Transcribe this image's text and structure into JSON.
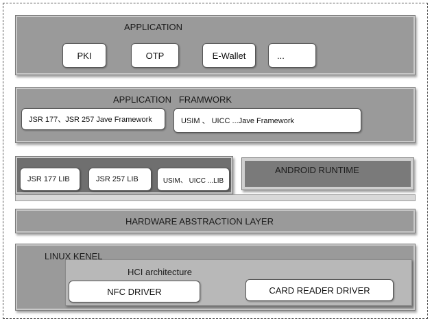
{
  "application": {
    "title": "APPLICATION",
    "items": [
      "PKI",
      "OTP",
      "E-Wallet",
      "..."
    ]
  },
  "framework": {
    "title": "APPLICATION   FRAMWORK",
    "items": [
      "JSR 177、JSR 257 Jave Framework",
      "USIM 、 UICC ...Jave Framework"
    ]
  },
  "libraries": {
    "items": [
      "JSR 177 LIB",
      "JSR 257 LIB",
      "USIM、 UICC ...LIB"
    ]
  },
  "runtime": {
    "title": "ANDROID RUNTIME"
  },
  "hal": {
    "title": "HARDWARE ABSTRACTION LAYER"
  },
  "kernel": {
    "title": "LINUX KENEL",
    "hci": {
      "title": "HCI architecture",
      "items": [
        "NFC DRIVER",
        "CARD READER DRIVER"
      ]
    }
  }
}
